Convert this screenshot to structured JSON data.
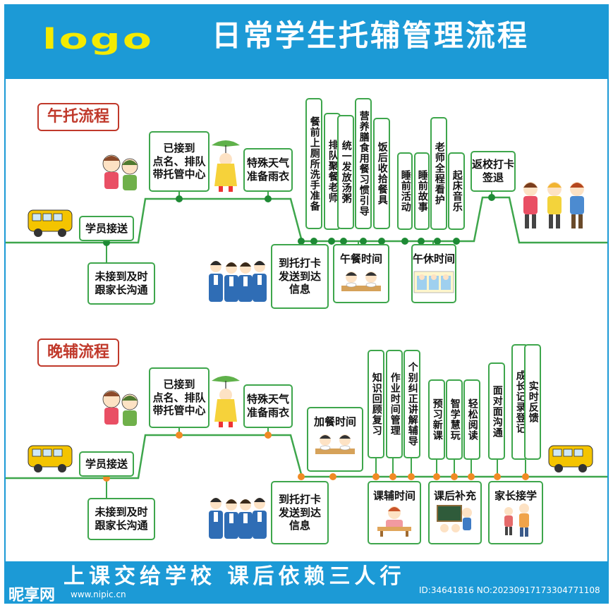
{
  "header": {
    "logo": "logo",
    "title": "日常学生托辅管理流程"
  },
  "footer": {
    "slogan": "上课交给学校  课后依赖三人行",
    "watermark": "昵享网",
    "watermark_site": "www.nipic.cn",
    "watermark_id": "ID:34641816 NO:20230917173304771108"
  },
  "afternoon": {
    "title": "午托流程",
    "pickup": "学员接送",
    "not_picked": "未接到及时\n跟家长沟通",
    "picked": "已接到\n点名、排队\n带托管中心",
    "weather": "特殊天气\n准备雨衣",
    "checkin": "到托打卡\n发送到达\n信息",
    "lunch_label": "午餐时间",
    "nap_label": "午休时间",
    "lunch_steps": [
      "餐前上厕所洗手准备",
      "排队聚餐老师",
      "统一发放汤粥",
      "营养膳食用餐习惯引导",
      "饭后收拾餐具"
    ],
    "nap_steps": [
      "睡前活动",
      "睡前故事",
      "老师全程看护",
      "起床音乐"
    ],
    "return": "返校打卡\n签退",
    "colors": {
      "line": "#3ea64c",
      "dot": "#1e8a35"
    }
  },
  "evening": {
    "title": "晚辅流程",
    "pickup": "学员接送",
    "not_picked": "未接到及时\n跟家长沟通",
    "picked": "已接到\n点名、排队\n带托管中心",
    "weather": "特殊天气\n准备雨衣",
    "checkin": "到托打卡\n发送到达\n信息",
    "snack_label": "加餐时间",
    "tutor_label": "课辅时间",
    "extra_label": "课后补充",
    "parent_label": "家长接学",
    "tutor_steps": [
      "知识回顾复习",
      "作业时间管理",
      "个别纠正讲解辅导"
    ],
    "extra_steps": [
      "预习新课",
      "智学慧玩",
      "轻松阅读"
    ],
    "parent_steps": [
      "面对面沟通",
      "成长记录登记",
      "实时反馈"
    ],
    "colors": {
      "line": "#3ea64c",
      "dot": "#f08a24"
    }
  }
}
